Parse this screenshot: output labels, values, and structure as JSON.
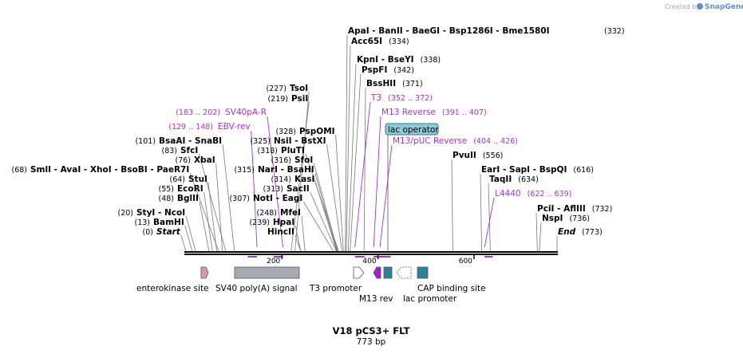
{
  "credit": {
    "text": "Created by",
    "brand": "SnapGene"
  },
  "title": "V18 pCS3+ FLT",
  "length_label": "773 bp",
  "ruler": {
    "total_bp": 773,
    "ticks": [
      {
        "bp": 200,
        "label": "200"
      },
      {
        "bp": 400,
        "label": "400"
      },
      {
        "bp": 600,
        "label": "600"
      }
    ]
  },
  "sites": [
    {
      "id": "apai",
      "label": "ApaI   - BanII   - BaeGI   - Bsp1286I   - Bme1580I",
      "pos_text": "(332)",
      "bp": 332,
      "side": "left"
    },
    {
      "id": "acc65i",
      "label": "Acc65I",
      "pos_text": "(334)",
      "bp": 334,
      "side": "left"
    },
    {
      "id": "kpni",
      "label": "KpnI   - BseYI",
      "pos_text": "(338)",
      "bp": 338,
      "side": "left"
    },
    {
      "id": "pspfi",
      "label": "PspFI",
      "pos_text": "(342)",
      "bp": 342,
      "side": "left"
    },
    {
      "id": "bsshii",
      "label": "BssHII",
      "pos_text": "(371)",
      "bp": 371,
      "side": "left"
    },
    {
      "id": "tsoi",
      "label": "TsoI",
      "pos_text": "(227)",
      "bp": 227,
      "side": "right"
    },
    {
      "id": "psii",
      "label": "PsiI",
      "pos_text": "(219)",
      "bp": 219,
      "side": "right"
    },
    {
      "id": "pspomi",
      "label": "PspOMI",
      "pos_text": "(328)",
      "bp": 328,
      "side": "right"
    },
    {
      "id": "nsii",
      "label": "NsiI   - BstXI",
      "pos_text": "(325)",
      "bp": 325,
      "side": "right"
    },
    {
      "id": "plutl",
      "label": "PluTI",
      "pos_text": "(318)",
      "bp": 318,
      "side": "right"
    },
    {
      "id": "sfoi",
      "label": "SfoI",
      "pos_text": "(316)",
      "bp": 316,
      "side": "right"
    },
    {
      "id": "nari",
      "label": "NarI   - BsaHI",
      "pos_text": "(315)",
      "bp": 315,
      "side": "right"
    },
    {
      "id": "kasi",
      "label": "KasI",
      "pos_text": "(314)",
      "bp": 314,
      "side": "right"
    },
    {
      "id": "sacii",
      "label": "SacII",
      "pos_text": "(313)",
      "bp": 313,
      "side": "right"
    },
    {
      "id": "noti",
      "label": "NotI   - EagI",
      "pos_text": "(307)",
      "bp": 307,
      "side": "right"
    },
    {
      "id": "mfei",
      "label": "MfeI",
      "pos_text": "(248)",
      "bp": 248,
      "side": "right"
    },
    {
      "id": "hpai",
      "label": "HpaI",
      "pos_text": "(239)",
      "bp": 239,
      "side": "right"
    },
    {
      "id": "hincii",
      "label": "HincII",
      "pos_text": "",
      "bp": 239,
      "side": "right"
    },
    {
      "id": "bsaai",
      "label": "BsaAI   - SnaBI",
      "pos_text": "(101)",
      "bp": 101,
      "side": "right"
    },
    {
      "id": "sfci",
      "label": "SfcI",
      "pos_text": "(83)",
      "bp": 83,
      "side": "right"
    },
    {
      "id": "xbai",
      "label": "XbaI",
      "pos_text": "(76)",
      "bp": 76,
      "side": "right"
    },
    {
      "id": "smli",
      "label": "SmlI   - AvaI   - XhoI   - BsoBI   - PaeR7I",
      "pos_text": "(68)",
      "bp": 68,
      "side": "right"
    },
    {
      "id": "stui",
      "label": "StuI",
      "pos_text": "(64)",
      "bp": 64,
      "side": "right"
    },
    {
      "id": "ecori",
      "label": "EcoRI",
      "pos_text": "(55)",
      "bp": 55,
      "side": "right"
    },
    {
      "id": "bglii",
      "label": "BglII",
      "pos_text": "(48)",
      "bp": 48,
      "side": "right"
    },
    {
      "id": "styi",
      "label": "StyI   - NcoI",
      "pos_text": "(20)",
      "bp": 20,
      "side": "right"
    },
    {
      "id": "bamhi",
      "label": "BamHI",
      "pos_text": "(13)",
      "bp": 13,
      "side": "right"
    },
    {
      "id": "pvuii",
      "label": "PvuII",
      "pos_text": "(556)",
      "bp": 556,
      "side": "left"
    },
    {
      "id": "eari",
      "label": "EarI   - SapI   - BspQI",
      "pos_text": "(616)",
      "bp": 616,
      "side": "left"
    },
    {
      "id": "taqii",
      "label": "TaqII",
      "pos_text": "(634)",
      "bp": 634,
      "side": "left"
    },
    {
      "id": "pcii",
      "label": "PciI   - AflIII",
      "pos_text": "(732)",
      "bp": 732,
      "side": "left"
    },
    {
      "id": "nspi",
      "label": "NspI",
      "pos_text": "(736)",
      "bp": 736,
      "side": "left"
    }
  ],
  "ends": [
    {
      "id": "start",
      "label": "Start",
      "pos_text": "(0)",
      "bp": 0,
      "side": "right"
    },
    {
      "id": "end",
      "label": "End",
      "pos_text": "(773)",
      "bp": 773,
      "side": "left"
    }
  ],
  "primers": [
    {
      "id": "sv40pa-r",
      "label": "SV40pA-R",
      "pos_text": "(183 .. 202)",
      "start": 183,
      "end": 202,
      "side": "right"
    },
    {
      "id": "ebv-rev",
      "label": "EBV-rev",
      "pos_text": "(129 .. 148)",
      "start": 129,
      "end": 148,
      "side": "right"
    },
    {
      "id": "t3",
      "label": "T3",
      "pos_text": "(352 .. 372)",
      "start": 352,
      "end": 372,
      "side": "left"
    },
    {
      "id": "m13-reverse",
      "label": "M13 Reverse",
      "pos_text": "(391 .. 407)",
      "start": 391,
      "end": 407,
      "side": "left"
    },
    {
      "id": "m13-puc-reverse",
      "label": "M13/pUC Reverse",
      "pos_text": "(404 .. 426)",
      "start": 404,
      "end": 426,
      "side": "left"
    },
    {
      "id": "l4440",
      "label": "L4440",
      "pos_text": "(622 .. 639)",
      "start": 622,
      "end": 639,
      "side": "left"
    }
  ],
  "lac_operator": {
    "label": "lac operator",
    "color": "#8ecad6"
  },
  "features": [
    {
      "id": "enterokinase-site",
      "label": "enterokinase site",
      "color": "#d39ab5",
      "shape": "arrow-right"
    },
    {
      "id": "sv40-polya-signal",
      "label": "SV40 poly(A) signal",
      "color": "#a6abb2",
      "shape": "box"
    },
    {
      "id": "t3-promoter",
      "label": "T3 promoter",
      "color": "#ffffff",
      "shape": "arrow-right"
    },
    {
      "id": "m13-rev",
      "label": "M13 rev",
      "color": "#a020d0",
      "shape": "arrow-left"
    },
    {
      "id": "lac-operator-box",
      "label": "",
      "color": "#2e7f9b",
      "shape": "box"
    },
    {
      "id": "lac-promoter",
      "label": "lac promoter",
      "color": "#ffffff",
      "shape": "arrow-left-dashed"
    },
    {
      "id": "cap-binding-site",
      "label": "CAP binding site",
      "color": "#2e7f9b",
      "shape": "box"
    }
  ]
}
